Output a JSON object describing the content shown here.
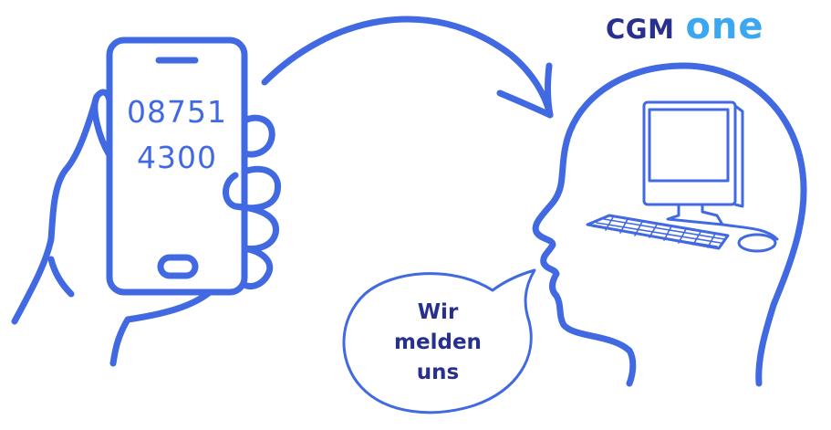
{
  "logo": {
    "part1": "CGM",
    "part2": "one"
  },
  "phone": {
    "line1": "08751",
    "line2": "4300"
  },
  "speech": {
    "line1": "Wir",
    "line2": "melden",
    "line3": "uns"
  },
  "colors": {
    "stroke": "#4169E1",
    "logo_dark": "#27308F",
    "logo_light": "#3BA7F0",
    "text_dark": "#27308F"
  },
  "icons": [
    "hand-holding-phone-icon",
    "curved-arrow-icon",
    "head-profile-icon",
    "computer-icon",
    "speech-bubble-icon"
  ]
}
